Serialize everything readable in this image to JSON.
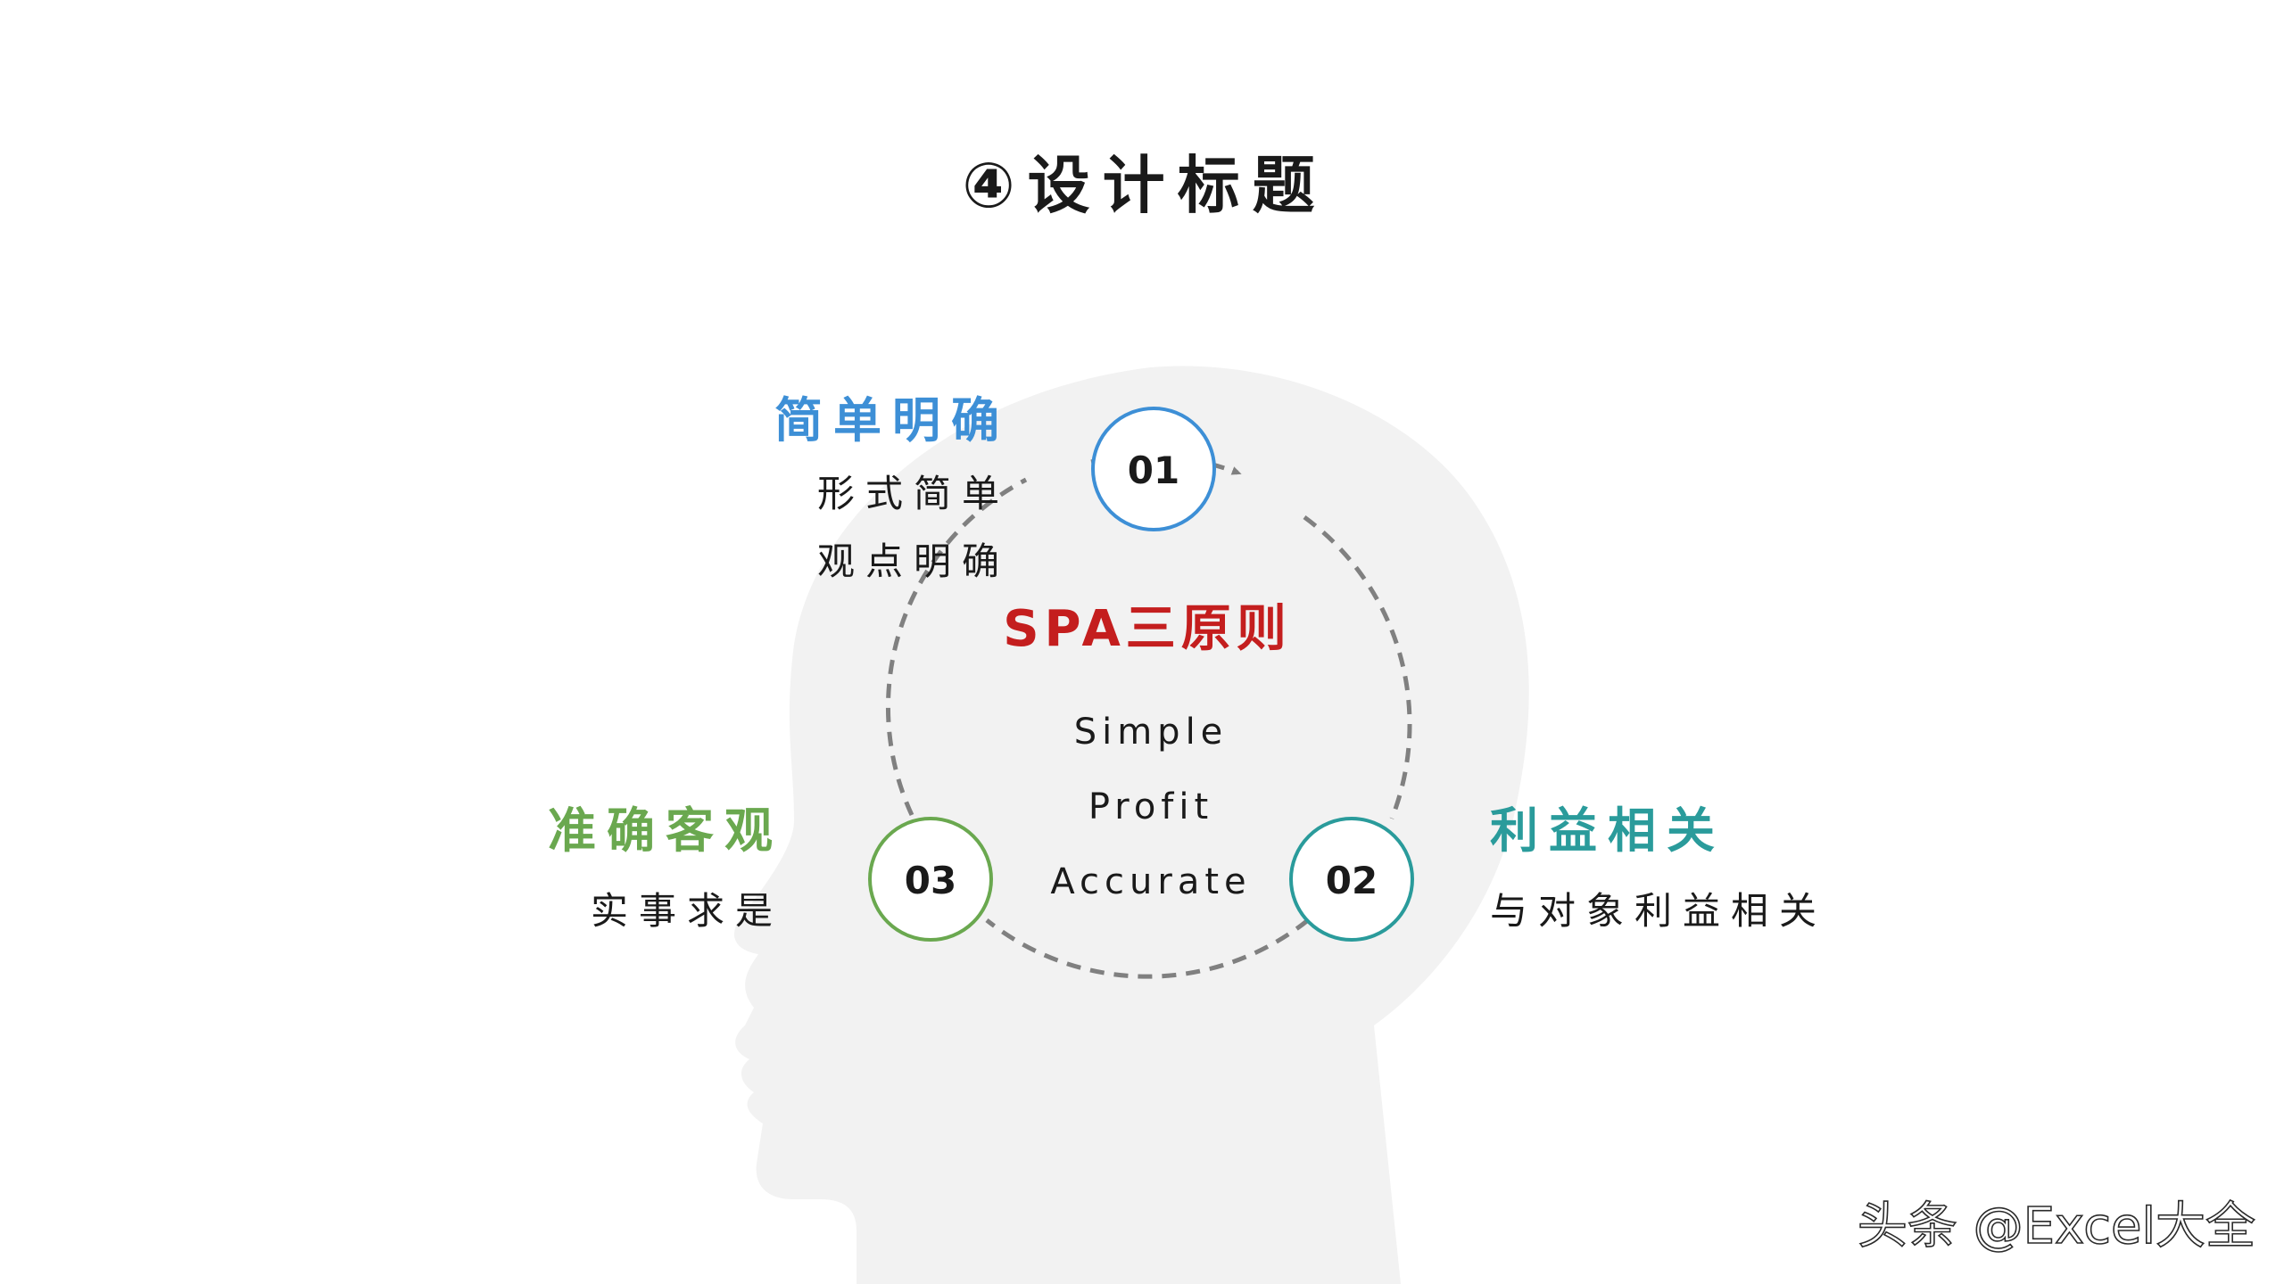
{
  "title": "④设计标题",
  "center": {
    "heading": "SPA三原则",
    "words": [
      "Simple",
      "Profit",
      "Accurate"
    ]
  },
  "nodes": [
    {
      "number": "01",
      "label": "简单明确",
      "lines": [
        "形式简单",
        "观点明确"
      ],
      "color": "#3d8fd6"
    },
    {
      "number": "02",
      "label": "利益相关",
      "lines": [
        "与对象利益相关"
      ],
      "color": "#2a9b9b"
    },
    {
      "number": "03",
      "label": "准确客观",
      "lines": [
        "实事求是"
      ],
      "color": "#6aa84f"
    }
  ],
  "watermark": "头条 @Excel大全",
  "colors": {
    "heading": "#c41e1e",
    "text": "#1a1a1a",
    "head_silhouette": "#f2f2f2",
    "dashed_ring": "#808080"
  }
}
